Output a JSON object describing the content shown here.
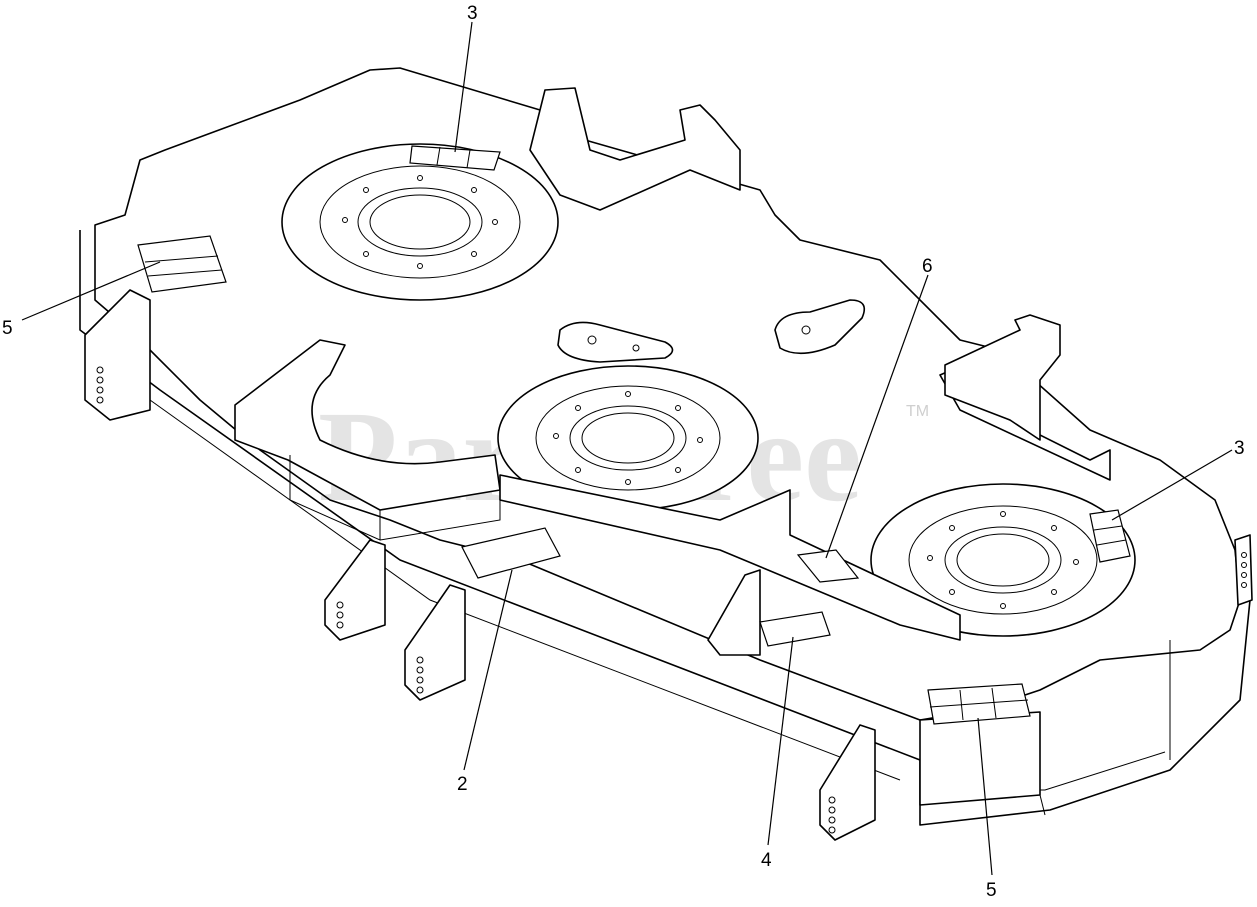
{
  "watermark": {
    "text": "PartsTree",
    "trademark": "TM"
  },
  "callouts": [
    {
      "id": "c1",
      "label": "3"
    },
    {
      "id": "c2",
      "label": "5"
    },
    {
      "id": "c3",
      "label": "6"
    },
    {
      "id": "c4",
      "label": "3"
    },
    {
      "id": "c5",
      "label": "2"
    },
    {
      "id": "c6",
      "label": "4"
    },
    {
      "id": "c7",
      "label": "5"
    }
  ]
}
